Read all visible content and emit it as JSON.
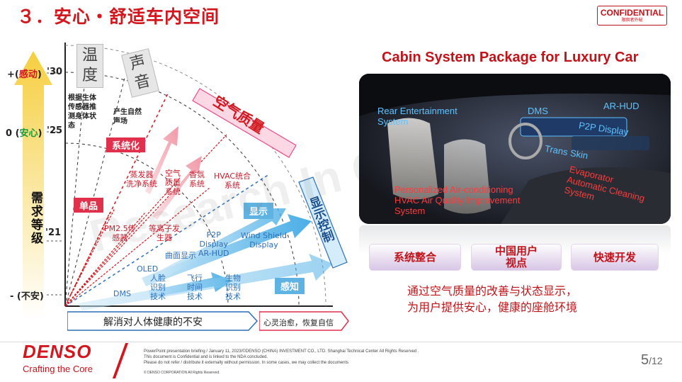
{
  "title": "３．安心・舒适车内空间",
  "confidential": {
    "label": "CONFIDENTIAL",
    "sub": "限供者外秘"
  },
  "diagram": {
    "levels": [
      {
        "prefix": "+(",
        "key": "感动",
        "suffix": ")",
        "year": "'30"
      },
      {
        "prefix": "0 (",
        "key": "安心",
        "suffix": ")",
        "year": "'25"
      },
      {
        "prefix": "",
        "key": "",
        "suffix": "",
        "year": "'21"
      },
      {
        "prefix": "- (不安)",
        "key": "",
        "suffix": "",
        "year": ""
      }
    ],
    "demand_label": "需求等级",
    "columns": [
      {
        "title": "温度",
        "note": "根据生体\n传感器推\n测身体状\n态"
      },
      {
        "title": "声音",
        "note": "产生自然\n声场"
      }
    ],
    "tags_red": {
      "system": "系统化",
      "unit": "单品"
    },
    "red_items": [
      "蒸发器\n洗净系统",
      "空气\n质量\n系统",
      "香氛\n系统",
      "HVAC统合\n系统",
      "PM2.5传\n感器",
      "等离子发\n生器"
    ],
    "banner_air": "空气质量",
    "banner_display": "显示控制",
    "blue_items": [
      "P2P\nDisplay\nAR-HUD",
      "Wind Shield\nDisplay",
      "曲面显示",
      "OLED",
      "DMS"
    ],
    "blue_tags": {
      "display": "显示",
      "sense": "感知"
    },
    "sense_items": [
      "人脸\n识别\n技术",
      "飞行\n时间\n技术",
      "生物\n识别\n技术"
    ],
    "bottom_left": "解消对人体健康的不安",
    "bottom_right": "心灵治愈，恢复自信"
  },
  "package": {
    "title": "Cabin System Package for Luxury Car",
    "labels_blue": [
      "Rear Entertainment\nSystem",
      "DMS",
      "AR-HUD",
      "P2P Display",
      "Trans Skin"
    ],
    "labels_red": [
      "Personalized Air-conditioning\nHVAC Air Quality Improvement\nSystem",
      "Evaporator\nAutomatic Cleaning\nSystem"
    ],
    "pills": [
      "系统整合",
      "中国用户\n视点",
      "快速开发"
    ],
    "summary": [
      "通过空气质量的改善与状态显示，",
      "为用户提供安心，健康的座舱环境"
    ]
  },
  "footer": {
    "brand": "DENSO",
    "tagline": "Crafting the Core",
    "fine1": "PowerPoint presentation briefing  / January 11, 2023/©DENSO (CHINA) INVESTMENT CO., LTD. Shanghai Technical Center All Rights Reserved .",
    "fine2": "This document is Confidential and is linked to the NDA concluded.",
    "fine3": "Please do not refer / distribute it externally without permission. In some cases, we may collect the documents",
    "fine4": "© DENSO CORPORATION  All Rights Reserved.",
    "page": "5",
    "total": "/12"
  },
  "watermark": "Research In China"
}
